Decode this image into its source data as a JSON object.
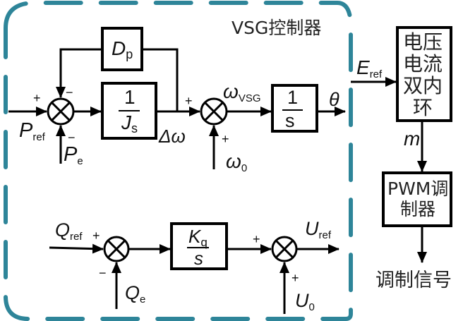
{
  "controller_title": "VSG控制器",
  "colors": {
    "dashed_border": "#2e8599",
    "stroke": "#000000"
  },
  "blocks": {
    "dp": {
      "main": "D",
      "sub": "p"
    },
    "inertia": {
      "num": "1",
      "den_main": "J",
      "den_sub": "s"
    },
    "integrator": {
      "num": "1",
      "den": "s"
    },
    "kq": {
      "num_main": "K",
      "num_sub": "q",
      "den": "s"
    },
    "inner_loop": {
      "lines": [
        "电压",
        "电流",
        "双内",
        "环"
      ]
    },
    "pwm": {
      "lines": [
        "PWM调",
        "制器"
      ]
    }
  },
  "signals": {
    "pref": {
      "main": "P",
      "sub": "ref"
    },
    "pe": {
      "main": "P",
      "sub": "e"
    },
    "delta_omega": "Δω",
    "omega_vsg": {
      "main": "ω",
      "sub": "VSG"
    },
    "omega0": {
      "main": "ω",
      "sub": "0"
    },
    "theta": "θ",
    "eref": {
      "main": "E",
      "sub": "ref"
    },
    "m": "m",
    "qref": {
      "main": "Q",
      "sub": "ref"
    },
    "qe": {
      "main": "Q",
      "sub": "e"
    },
    "uref": {
      "main": "U",
      "sub": "ref"
    },
    "u0": {
      "main": "U",
      "sub": "0"
    },
    "output": "调制信号"
  },
  "signs": {
    "plus": "+",
    "minus": "−"
  }
}
